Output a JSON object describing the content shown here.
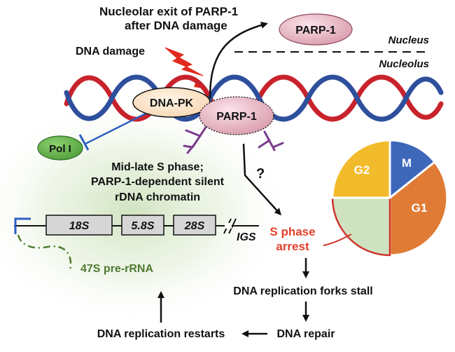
{
  "labels": {
    "exit_line1": "Nucleolar exit of PARP-1",
    "exit_line2": "after DNA damage",
    "parp1_top": "PARP-1",
    "nucleus": "Nucleus",
    "nucleolus": "Nucleolus",
    "dna_damage": "DNA damage",
    "dnapk": "DNA-PK",
    "parp1_center": "PARP-1",
    "pol1": "Pol I",
    "question": "?",
    "mid_s_line1": "Mid-late S phase;",
    "mid_s_line2": "PARP-1-dependent silent",
    "mid_s_line3": "rDNA chromatin",
    "gene_18s": "18S",
    "gene_58s": "5.8S",
    "gene_28s": "28S",
    "igs": "IGS",
    "pre_rrna": "47S pre-rRNA",
    "s_arrest_line1": "S phase",
    "s_arrest_line2": "arrest",
    "forks_stall": "DNA replication forks stall",
    "dna_repair": "DNA repair",
    "restarts": "DNA replication restarts"
  },
  "cell_cycle": {
    "phases": [
      "M",
      "G1",
      "S",
      "G2"
    ],
    "highlighted_phase": "S"
  },
  "colors": {
    "dna_red": "#c8232c",
    "dna_blue": "#2e4f9c",
    "parp_fill": "#e7b6c3",
    "dnapk_fill": "#fbe5cc",
    "pol1_fill": "#66b94f",
    "pie_m": "#3d67b8",
    "pie_g1": "#e07b35",
    "pie_s": "#cfe3c1",
    "pie_g2": "#f2bb2b",
    "arrest_red": "#e2402a",
    "prerna_green": "#4f7a31",
    "inhibit_blue": "#2c5fc4",
    "par_purple": "#7a3d8f"
  }
}
